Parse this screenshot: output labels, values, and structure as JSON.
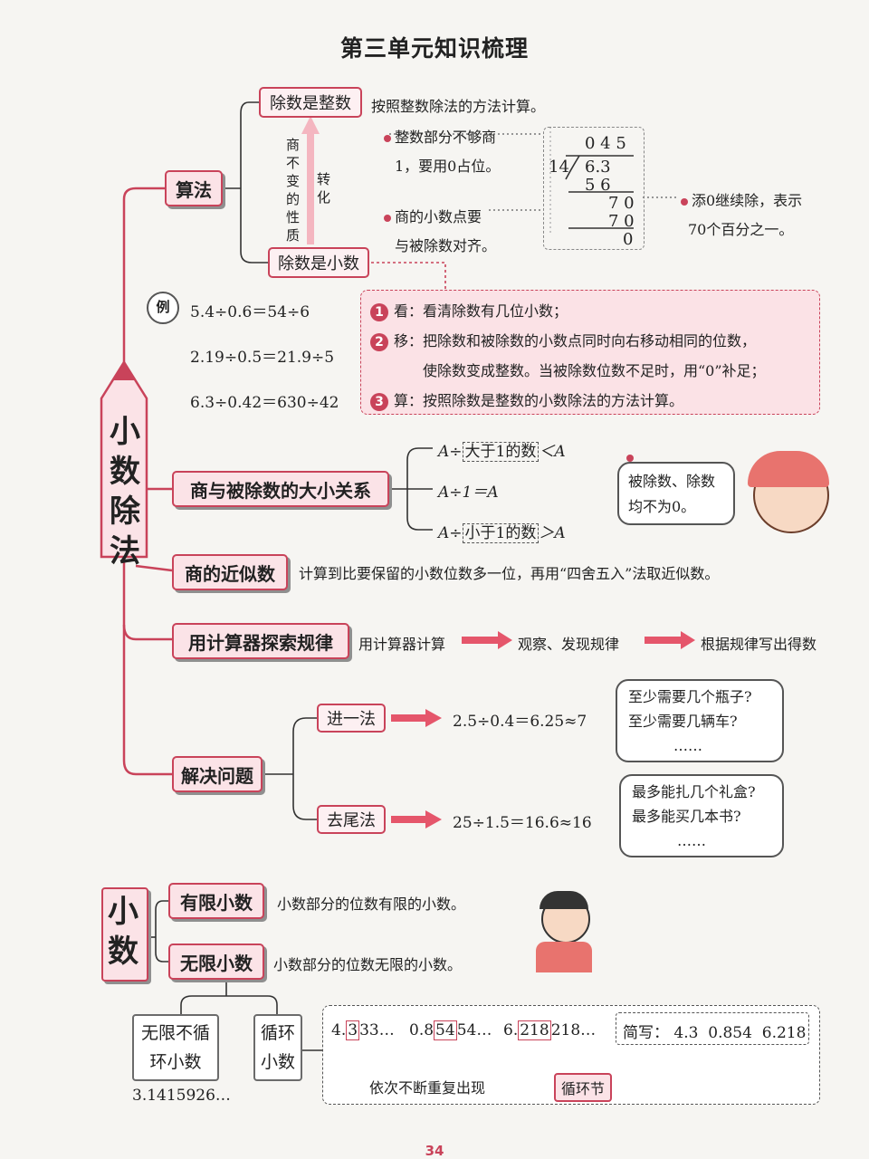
{
  "title": "第三单元知识梳理",
  "main_topic": "小数除法",
  "algorithm": {
    "label": "算法",
    "divisor_integer": "除数是整数",
    "divisor_integer_note": "按照整数除法的方法计算。",
    "divisor_decimal": "除数是小数",
    "quotient_invariant": "商不变的性质",
    "transform": "转化",
    "note_zero_placeholder_1": "整数部分不够商",
    "note_zero_placeholder_2": "1，要用0占位。",
    "note_decimal_point_1": "商的小数点要",
    "note_decimal_point_2": "与被除数对齐。",
    "note_add_zero_1": "添0继续除，表示",
    "note_add_zero_2": "70个百分之一。",
    "long_division": {
      "quotient": "0 4 5",
      "divisor": "14",
      "dividend": "6.3",
      "row1": "5 6",
      "row2": "7 0",
      "row3": "7 0",
      "remainder": "0"
    }
  },
  "examples": {
    "badge": "例",
    "items": [
      "5.4÷0.6＝54÷6",
      "2.19÷0.5＝21.9÷5",
      "6.3÷0.42＝630÷42"
    ]
  },
  "steps": [
    {
      "num": "1",
      "text": "看：看清除数有几位小数；"
    },
    {
      "num": "2",
      "text": "移：把除数和被除数的小数点同时向右移动相同的位数，"
    },
    {
      "num": "",
      "text": "使除数变成整数。当被除数位数不足时，用“0”补足；"
    },
    {
      "num": "3",
      "text": "算：按照除数是整数的小数除法的方法计算。"
    }
  ],
  "relation": {
    "label": "商与被除数的大小关系",
    "row1_prefix": "A÷",
    "row1_box": "大于1的数",
    "row1_suffix": "＜A",
    "row2": "A÷1＝A",
    "row3_prefix": "A÷",
    "row3_box": "小于1的数",
    "row3_suffix": "＞A",
    "bubble": [
      "被除数、除数",
      "均不为0。"
    ]
  },
  "approx": {
    "label": "商的近似数",
    "text": "计算到比要保留的小数位数多一位，再用“四舍五入”法取近似数。"
  },
  "calculator": {
    "label": "用计算器探索规律",
    "s1": "用计算器计算",
    "s2": "观察、发现规律",
    "s3": "根据规律写出得数"
  },
  "problems": {
    "label": "解决问题",
    "round_up": "进一法",
    "round_up_eq": "2.5÷0.4＝6.25≈7",
    "round_up_bubble": [
      "至少需要几个瓶子?",
      "至少需要几辆车?",
      "……"
    ],
    "round_down": "去尾法",
    "round_down_eq": "25÷1.5＝16.6≈16",
    "round_down_bubble": [
      "最多能扎几个礼盒?",
      "最多能买几本书?",
      "……"
    ]
  },
  "decimals": {
    "label": "小数",
    "finite": "有限小数",
    "finite_text": "小数部分的位数有限的小数。",
    "infinite": "无限小数",
    "infinite_text": "小数部分的位数无限的小数。",
    "non_repeating_1": "无限不循",
    "non_repeating_2": "环小数",
    "non_repeating_example": "3.1415926…",
    "repeating_1": "循环",
    "repeating_2": "小数",
    "rep1_a": "4.",
    "rep1_b": "3",
    "rep1_c": "33…",
    "rep2_a": "0.8",
    "rep2_b": "54",
    "rep2_c": "54…",
    "rep3_a": "6.",
    "rep3_b": "218",
    "rep3_c": "218…",
    "abbr_label": "简写：",
    "abbr_1": "4.3",
    "abbr_2": "0.854",
    "abbr_3": "6.218",
    "repeat_note": "依次不断重复出现",
    "cycle": "循环节"
  },
  "page_number": "34"
}
